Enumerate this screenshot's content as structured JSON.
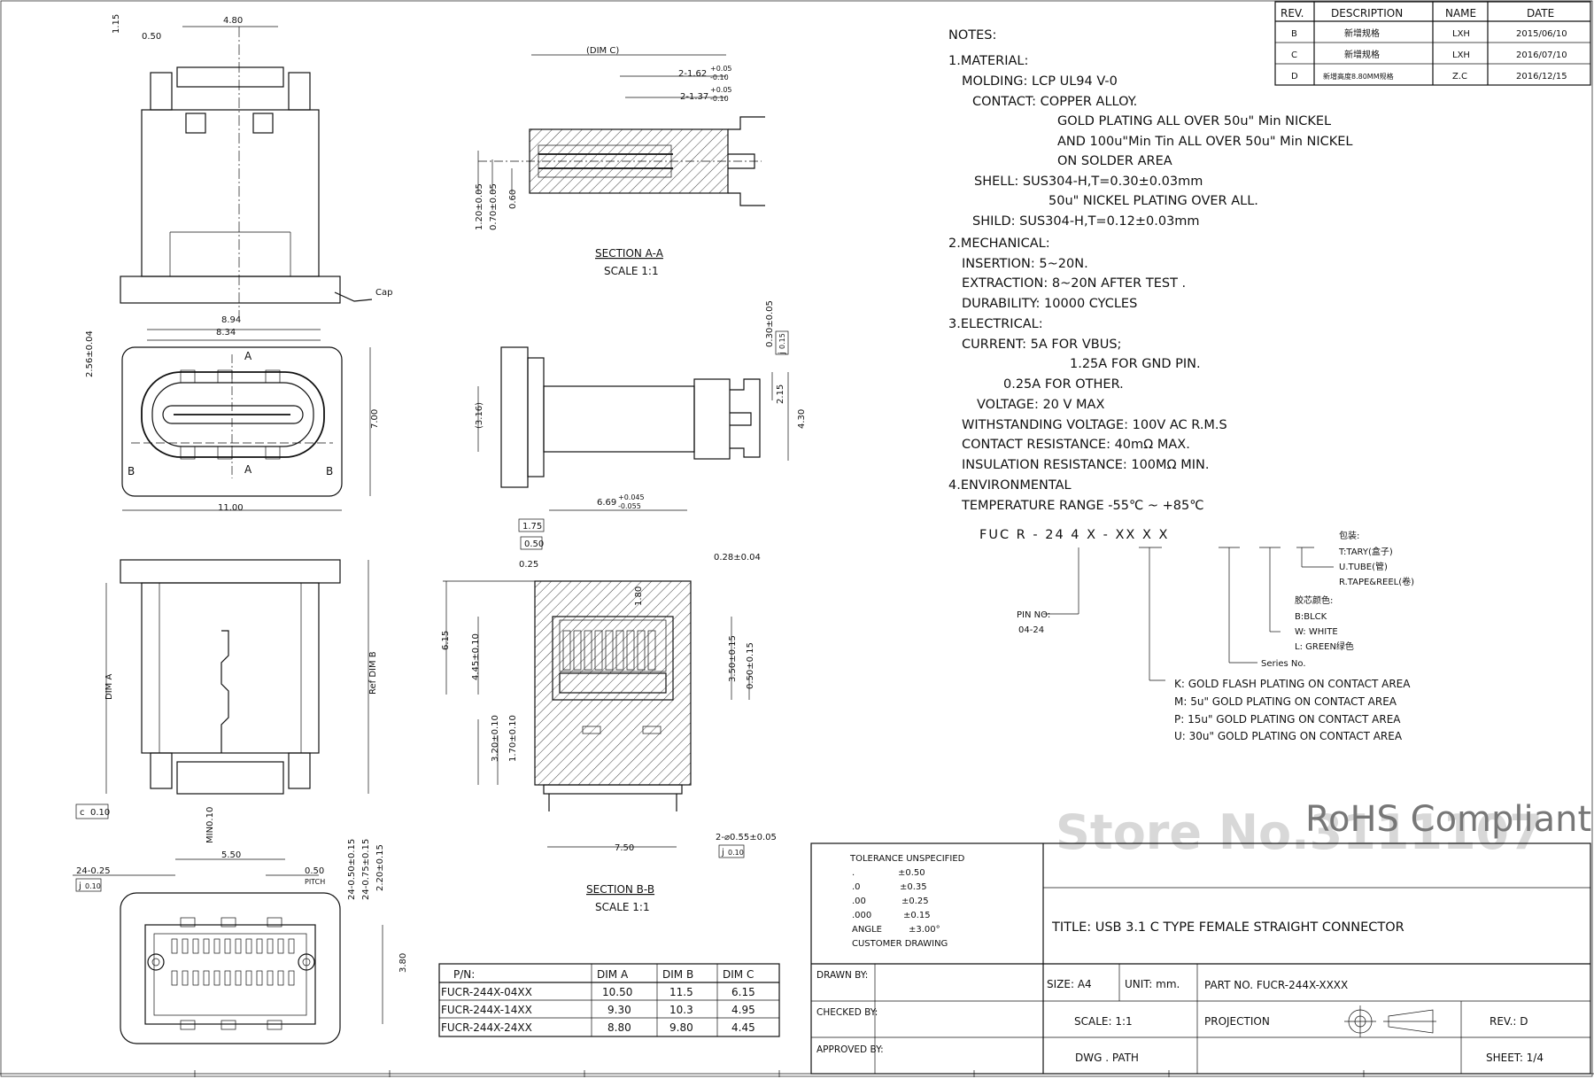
{
  "revision_table": {
    "headers": [
      "REV.",
      "DESCRIPTION",
      "NAME",
      "DATE"
    ],
    "rows": [
      {
        "rev": "B",
        "desc": "新增规格",
        "name": "LXH",
        "date": "2015/06/10"
      },
      {
        "rev": "C",
        "desc": "新增规格",
        "name": "LXH",
        "date": "2016/07/10"
      },
      {
        "rev": "D",
        "desc": "新增高度8.80MM规格",
        "name": "Z.C",
        "date": "2016/12/15"
      }
    ]
  },
  "notes": [
    "NOTES:",
    "1.MATERIAL:",
    "MOLDING: LCP UL94 V-0",
    "CONTACT: COPPER ALLOY.",
    "GOLD PLATING ALL OVER 50u\" Min NICKEL",
    "AND 100u\"Min Tin ALL OVER 50u\" Min NICKEL",
    "ON SOLDER AREA",
    "SHELL: SUS304-H,T=0.30±0.03mm",
    "50u\" NICKEL PLATING OVER ALL.",
    "SHILD: SUS304-H,T=0.12±0.03mm",
    "2.MECHANICAL:",
    "INSERTION: 5~20N.",
    "EXTRACTION: 8~20N AFTER TEST .",
    "DURABILITY: 10000 CYCLES",
    "3.ELECTRICAL:",
    "CURRENT: 5A FOR VBUS;",
    "1.25A FOR GND PIN.",
    "0.25A FOR OTHER.",
    "VOLTAGE: 20 V MAX",
    "WITHSTANDING VOLTAGE: 100V AC R.M.S",
    "CONTACT RESISTANCE: 40mΩ MAX.",
    "INSULATION RESISTANCE: 100MΩ MIN.",
    "4.ENVIRONMENTAL",
    "TEMPERATURE RANGE -55℃ ~ +85℃"
  ],
  "part_code": {
    "code": "FUC R - 24 4 X - XX X X",
    "pin_no": "PIN NO:",
    "pin_range": "04-24",
    "packing_title": "包装:",
    "packing": [
      "T:TARY(盒子)",
      "U.TUBE(管)",
      "R.TAPE&REEL(卷)"
    ],
    "color_title": "胶芯颜色:",
    "colors": [
      "B:BLCK",
      "W: WHITE",
      "L: GREEN绿色"
    ],
    "series": "Series No.",
    "plating": [
      "K: GOLD FLASH PLATING ON CONTACT AREA",
      "M: 5u\" GOLD PLATING ON CONTACT AREA",
      "P: 15u\" GOLD PLATING ON CONTACT AREA",
      "U: 30u\" GOLD PLATING ON CONTACT AREA"
    ]
  },
  "watermark": "Store No.3111107",
  "rohs": "RoHS Compliant",
  "tolerance": {
    "title": "TOLERANCE UNSPECIFIED",
    "rows": [
      {
        "k": ".",
        "v": "±0.50"
      },
      {
        "k": ".0",
        "v": "±0.35"
      },
      {
        "k": ".00",
        "v": "±0.25"
      },
      {
        "k": ".000",
        "v": "±0.15"
      },
      {
        "k": "ANGLE",
        "v": "±3.00°"
      }
    ],
    "note": "CUSTOMER DRAWING"
  },
  "title_block": {
    "title": "TITLE: USB 3.1 C TYPE FEMALE STRAIGHT CONNECTOR",
    "drawn": "DRAWN BY:",
    "checked": "CHECKED BY:",
    "approved": "APPROVED BY:",
    "size": "SIZE: A4",
    "unit": "UNIT: mm.",
    "part_no": "PART NO. FUCR-244X-XXXX",
    "scale": "SCALE:  1:1",
    "projection": "PROJECTION",
    "rev": "REV.: D",
    "dwg_path": "DWG . PATH",
    "sheet": "SHEET: 1/4"
  },
  "pn_table": {
    "headers": [
      "P/N:",
      "DIM A",
      "DIM B",
      "DIM C"
    ],
    "rows": [
      [
        "FUCR-244X-04XX",
        "10.50",
        "11.5",
        "6.15"
      ],
      [
        "FUCR-244X-14XX",
        "9.30",
        "10.3",
        "4.95"
      ],
      [
        "FUCR-244X-24XX",
        "8.80",
        "9.80",
        "4.45"
      ]
    ]
  },
  "sections": {
    "aa_title": "SECTION A-A",
    "aa_scale": "SCALE 1:1",
    "bb_title": "SECTION B-B",
    "bb_scale": "SCALE 1:1"
  },
  "dims": {
    "d480": "4.80",
    "d050a": "0.50",
    "d115": "1.15",
    "cap": "Cap",
    "d894": "8.94",
    "d834": "8.34",
    "d256": "2.56±0.04",
    "d700": "7.00",
    "d1100": "11.00",
    "A": "A",
    "B": "B",
    "dima": "DIM A",
    "refdimb": "Ref DIM B",
    "c010": "0.10",
    "c": "c",
    "min010": "MIN0.10",
    "d550": "5.50",
    "d2425": "24-0.25",
    "d050p": "0.50",
    "pitch": "PITCH",
    "j010": "0.10",
    "j": "j",
    "d2450": "24-0.50±0.15",
    "d2475": "24-0.75±0.15",
    "d220": "2.20±0.15",
    "d380": "3.80",
    "dimc": "(DIM C)",
    "d162": "2-1.62",
    "d162t": "+0.05",
    "d162b": "-0.10",
    "d137": "2-1.37",
    "d137t": "+0.05",
    "d137b": "-0.10",
    "d120": "1.20±0.05",
    "d070": "0.70±0.05",
    "d060": "0.60",
    "d030": "0.30±0.05",
    "d015": "0.15",
    "d316": "(3.16)",
    "d215": "2.15",
    "d430": "4.30",
    "d669": "6.69",
    "d669t": "+0.045",
    "d669b": "-0.055",
    "d175": "1.75",
    "d050b": "0.50",
    "d025": "0.25",
    "d028": "0.28±0.04",
    "d180": "1.80",
    "d615": "6.15",
    "d445": "4.45±0.10",
    "d350": "3.50±0.15",
    "d050c": "0.50±0.15",
    "d320": "3.20±0.10",
    "d170": "1.70±0.10",
    "d750": "7.50",
    "d055": "2-⌀0.55±0.05",
    "d010b": "0.10"
  },
  "colors": {
    "ink": "#111111",
    "watermark": "#d8d8d8"
  }
}
